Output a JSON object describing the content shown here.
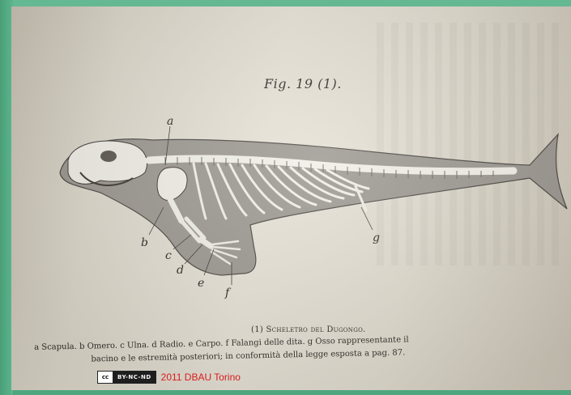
{
  "figure": {
    "title": "Fig. 19 (1).",
    "labels": {
      "a": "a",
      "b": "b",
      "c": "c",
      "d": "d",
      "e": "e",
      "f": "f",
      "g": "g"
    }
  },
  "caption": {
    "title": "(1) Scheletro del Dugongo.",
    "legend_line1": "a Scapula. b Omero. c Ulna. d Radio. e Carpo. f Falangi delle dita. g Osso rappresentante il",
    "legend_line2": "bacino e le estremità posteriori; in conformità della legge esposta a pag. 87."
  },
  "license": {
    "badge_text": "BY-NC-ND",
    "badge_icon": "cc",
    "credit": "2011 DBAU Torino"
  },
  "colors": {
    "frame": "#5eb38c",
    "paper": "#e3ded2",
    "credit": "#d81c1c"
  }
}
